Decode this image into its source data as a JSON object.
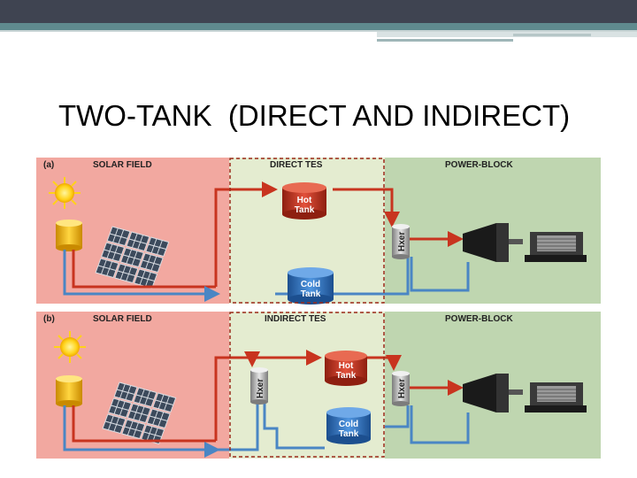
{
  "slide": {
    "title": "TWO-TANK  (DIRECT AND INDIRECT)"
  },
  "panel_a": {
    "tag": "(a)",
    "solar_field": "SOLAR FIELD",
    "tes": "DIRECT TES",
    "power_block": "POWER-BLOCK",
    "hot_tank": [
      "Hot",
      "Tank"
    ],
    "cold_tank": [
      "Cold",
      "Tank"
    ],
    "hxer": "Hxer"
  },
  "panel_b": {
    "tag": "(b)",
    "solar_field": "SOLAR FIELD",
    "tes": "INDIRECT TES",
    "power_block": "POWER-BLOCK",
    "hot_tank": [
      "Hot",
      "Tank"
    ],
    "cold_tank": [
      "Cold",
      "Tank"
    ],
    "hxer_left": "Hxer",
    "hxer_right": "Hxer"
  },
  "colors": {
    "solar_bg": "#f2a8a0",
    "tes_bg": "#e4ecd0",
    "power_bg": "#bfd6b0",
    "hot_pipe": "#c8341f",
    "cold_pipe": "#4a86c4",
    "hot_tank": "#c8341f",
    "cold_tank": "#2f6fb6"
  }
}
